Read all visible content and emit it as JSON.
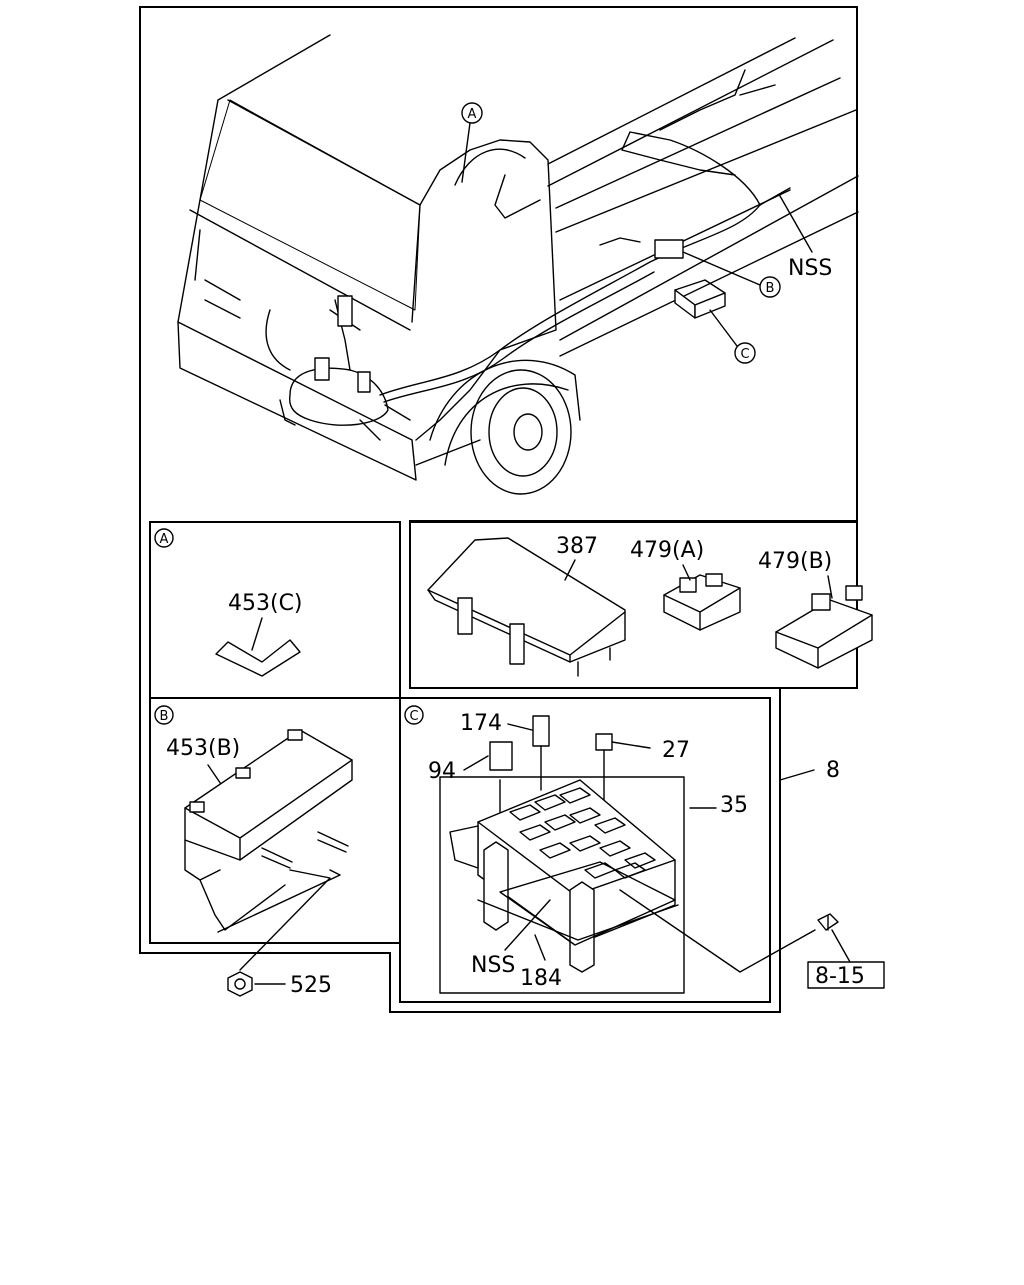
{
  "labels": {
    "nss_top": "NSS",
    "callout_a": "A",
    "callout_b": "B",
    "callout_c": "C",
    "p387": "387",
    "p479a": "479(A)",
    "p479b": "479(B)",
    "p453c": "453(C)",
    "p453b": "453(B)",
    "p174": "174",
    "p94": "94",
    "p27": "27",
    "p35": "35",
    "p8": "8",
    "nss_bottom": "NSS",
    "p184": "184",
    "p525": "525",
    "ref_8_15": "8-15"
  },
  "colors": {
    "line": "#000000",
    "background": "#ffffff"
  }
}
